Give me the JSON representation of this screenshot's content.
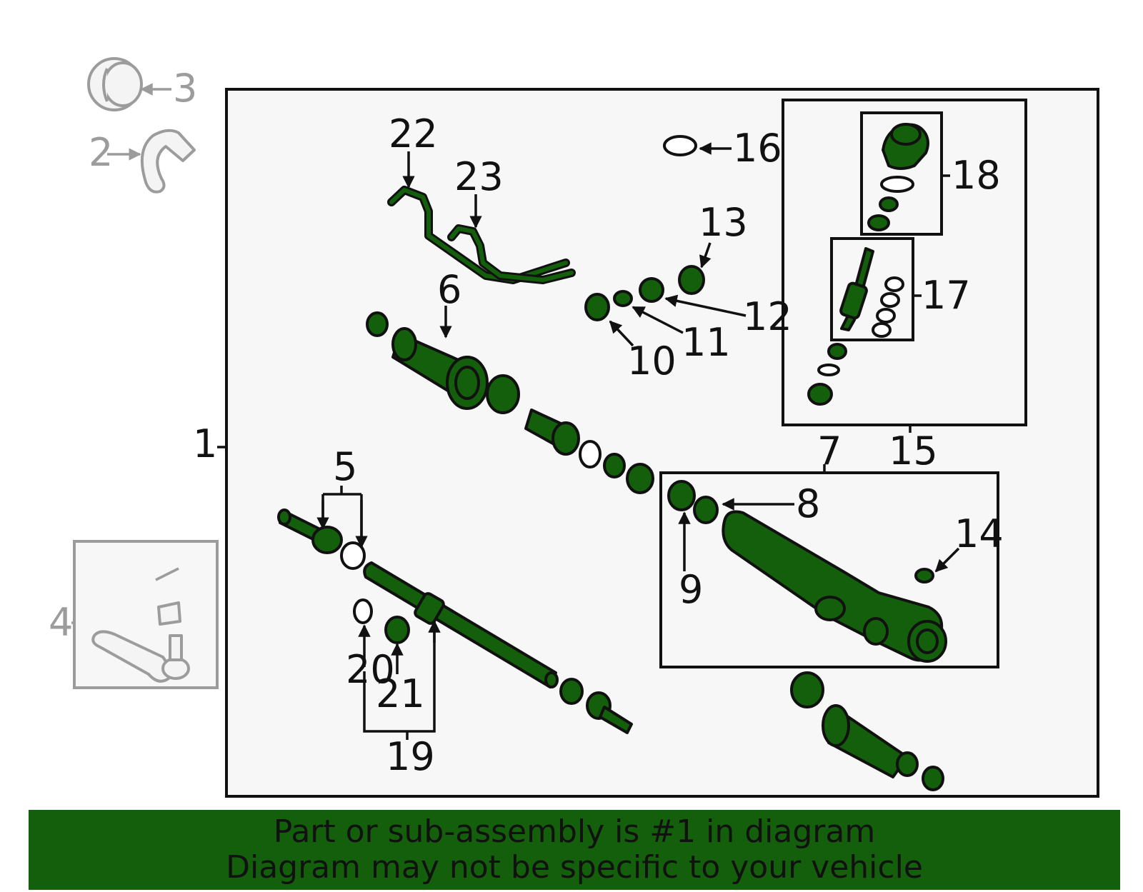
{
  "callouts": {
    "n1": "1",
    "n2": "2",
    "n3": "3",
    "n4": "4",
    "n5": "5",
    "n6": "6",
    "n7": "7",
    "n8": "8",
    "n9": "9",
    "n10": "10",
    "n11": "11",
    "n12": "12",
    "n13": "13",
    "n14": "14",
    "n15": "15",
    "n16": "16",
    "n17": "17",
    "n18": "18",
    "n19": "19",
    "n20": "20",
    "n21": "21",
    "n22": "22",
    "n23": "23"
  },
  "banner": {
    "line1": "Part or sub-assembly is #1 in diagram",
    "line2": "Diagram may not be specific to your vehicle"
  },
  "colors": {
    "part_fill": "#145f0b",
    "outline": "#111111",
    "ghost": "#9c9c9c",
    "panel_bg": "#f7f7f7",
    "banner_bg": "#145f0b"
  }
}
